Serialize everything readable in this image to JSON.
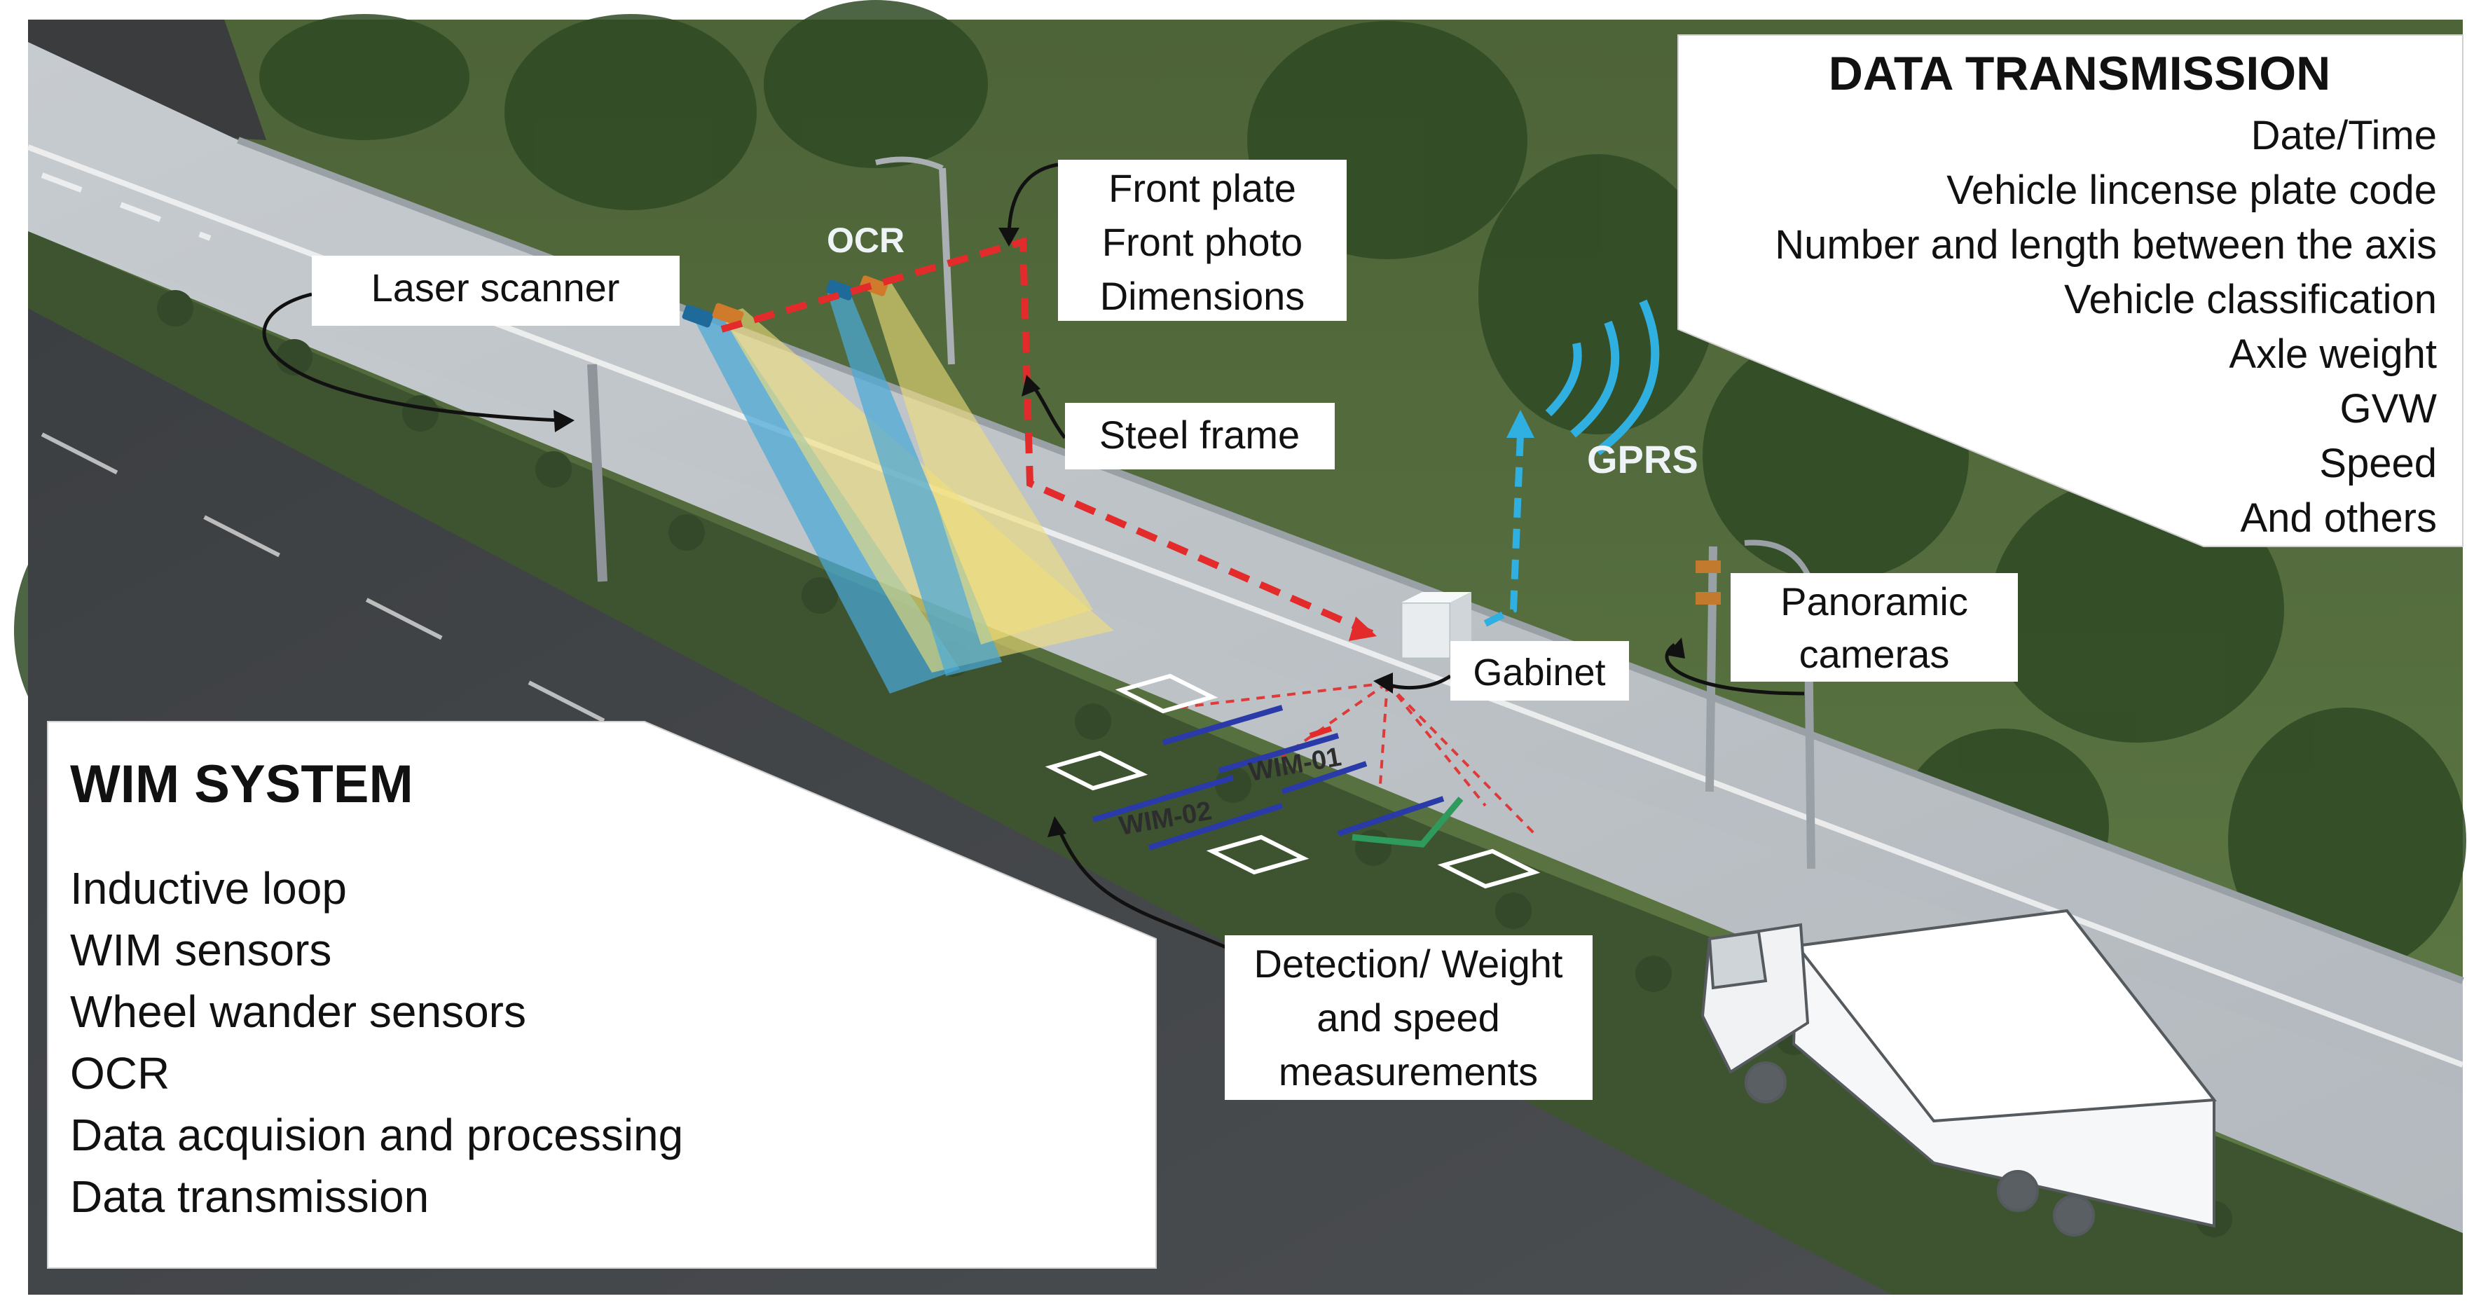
{
  "data_transmission": {
    "title": "DATA TRANSMISSION",
    "items": [
      "Date/Time",
      "Vehicle lincense plate code",
      "Number  and length between the axis",
      "Vehicle classification",
      "Axle weight",
      "GVW",
      "Speed",
      "And others"
    ]
  },
  "wim_system": {
    "title": "WIM SYSTEM",
    "items": [
      "Inductive loop",
      "WIM sensors",
      "Wheel wander sensors",
      "OCR",
      "Data acquision and processing",
      "Data transmission"
    ]
  },
  "callouts": {
    "laser_scanner": "Laser scanner",
    "ocr_info": [
      "Front plate",
      "Front photo",
      "Dimensions"
    ],
    "steel_frame": "Steel frame",
    "gabinet": "Gabinet",
    "panoramic_cameras": [
      "Panoramic",
      "cameras"
    ],
    "detection": [
      "Detection/ Weight",
      "and speed",
      "measurements"
    ]
  },
  "overlay": {
    "ocr": "OCR",
    "gprs": "GPRS",
    "wim01": "WIM-01",
    "wim02": "WIM-02"
  },
  "colors": {
    "accent_red": "#e32b2b",
    "accent_blue": "#2fb0e0",
    "sensor_line": "#2a3aa8",
    "beam_yellow": "#f2e07a",
    "beam_blue": "#49a9d8"
  }
}
